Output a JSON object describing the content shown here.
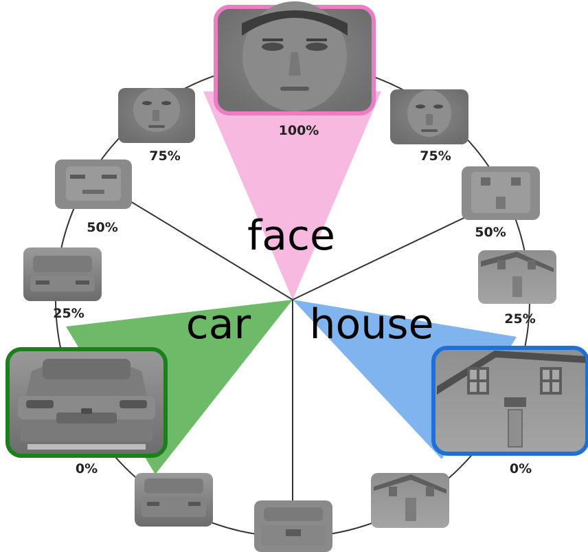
{
  "labels": {
    "face": "face",
    "car": "car",
    "house": "house"
  },
  "colors": {
    "face_wedge": "#f7b9df",
    "face_border": "#e97ec5",
    "car_wedge": "#6dbb68",
    "car_border": "#1c7f1c",
    "house_wedge": "#7fb4ef",
    "house_border": "#1f6fd6",
    "spoke": "#333333"
  },
  "morph_levels": {
    "face_top": "100%",
    "left_upper": "75%",
    "left_mid": "50%",
    "left_low": "25%",
    "car": "0%",
    "right_upper": "75%",
    "right_mid": "50%",
    "right_low": "25%",
    "house": "0%"
  }
}
